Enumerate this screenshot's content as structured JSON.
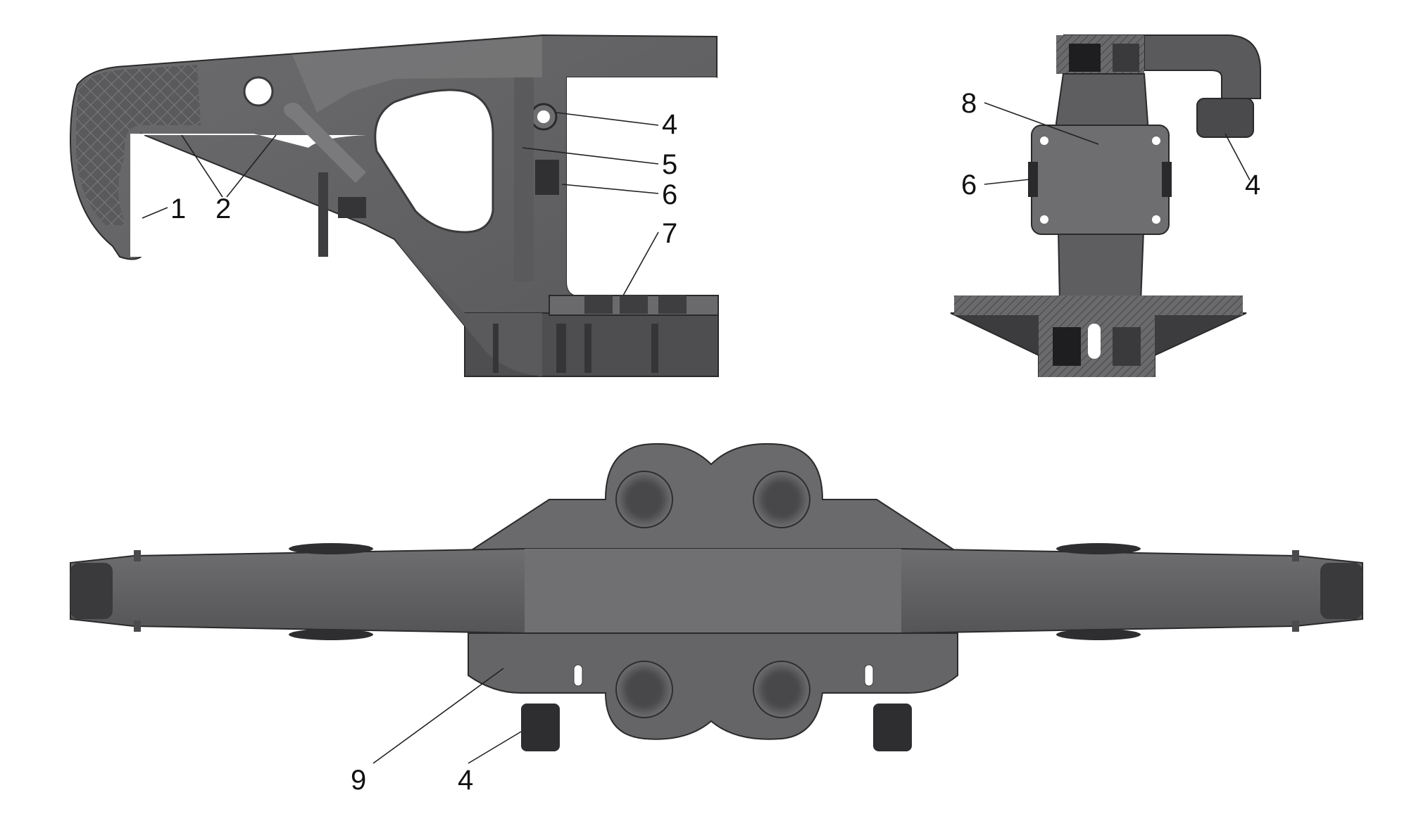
{
  "callouts": {
    "side_view": [
      "1",
      "2",
      "4",
      "5",
      "6",
      "7"
    ],
    "end_view": [
      "8",
      "6",
      "4"
    ],
    "top_view": [
      "9",
      "4"
    ]
  },
  "colors": {
    "part_body": "#5e5e60",
    "part_dark": "#3a3a3c",
    "part_light": "#7a7a7c",
    "leader_line": "#222222",
    "label_text": "#111111",
    "background": "#ffffff"
  }
}
